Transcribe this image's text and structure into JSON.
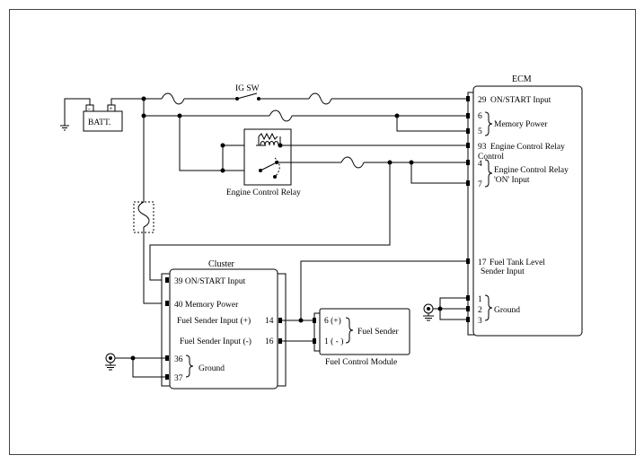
{
  "battery": {
    "label": "BATT.",
    "pos_sign": "+",
    "neg_sign": "-"
  },
  "ig_switch": {
    "label": "IG SW"
  },
  "ecm": {
    "title": "ECM",
    "pin29": "29",
    "on_start_input": "ON/START Input",
    "pin6": "6",
    "pin5": "5",
    "memory_power": "Memory Power",
    "pin93": "93",
    "engine_control_relay_1": "Engine Control Relay",
    "engine_control_relay_2": "Control",
    "pin4": "4",
    "pin7": "7",
    "relay_on_input_1": "Engine Control Relay",
    "relay_on_input_2": "'ON' Input",
    "pin17": "17",
    "fuel_tank_level_1": "Fuel Tank Level",
    "fuel_tank_level_2": "Sender Input",
    "pin1": "1",
    "pin2": "2",
    "pin3": "3",
    "ground": "Ground"
  },
  "relay": {
    "label": "Engine Control Relay"
  },
  "cluster": {
    "title": "Cluster",
    "on_start_input": "39  ON/START Input",
    "memory_power": "40  Memory Power",
    "fuel_sender_pos": "Fuel Sender Input (+)",
    "fuel_sender_neg": "Fuel Sender Input (-)",
    "pin14": "14",
    "pin16": "16",
    "pin36": "36",
    "pin37": "37",
    "ground": "Ground"
  },
  "fuel_module": {
    "title": "Fuel Control Module",
    "pin6": "6  (+)",
    "pin1": "1  ( - )",
    "fuel_sender": "Fuel Sender"
  }
}
